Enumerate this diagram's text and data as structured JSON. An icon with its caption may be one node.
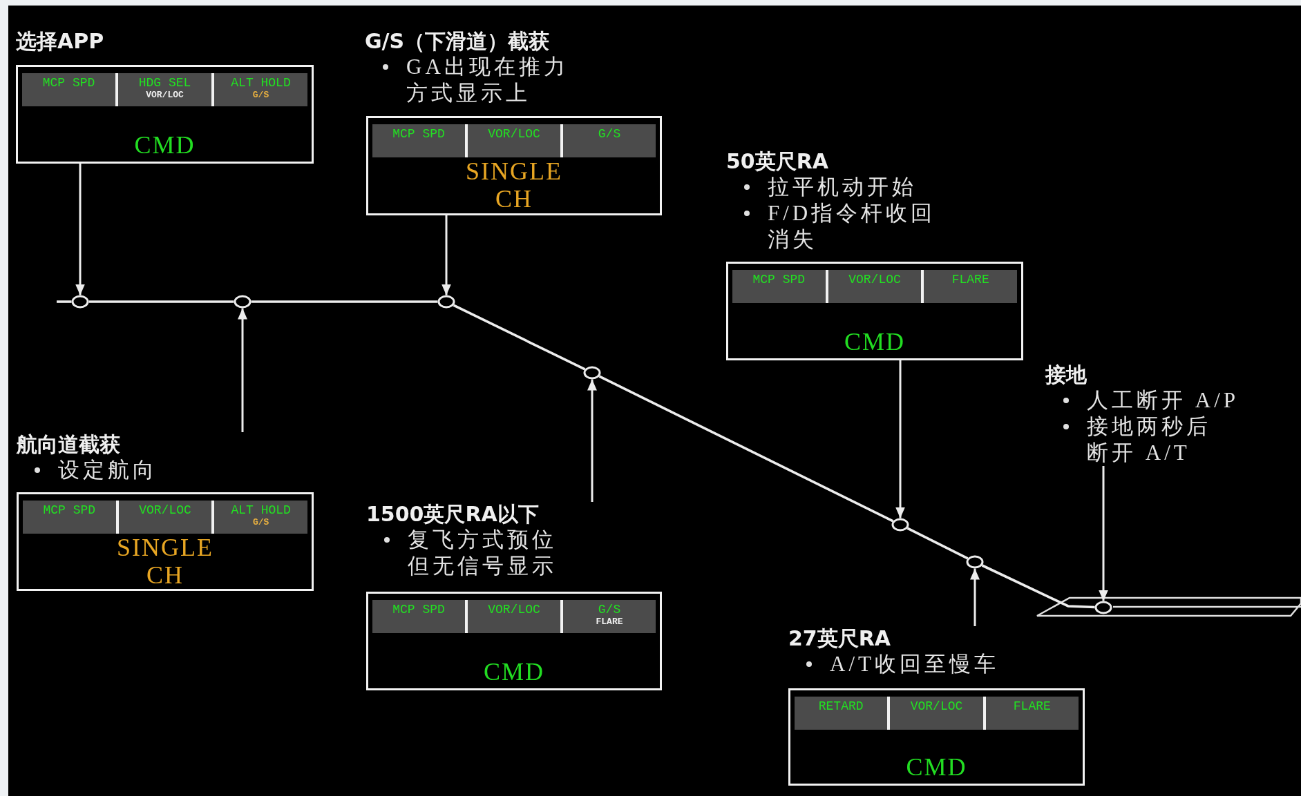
{
  "diagram": {
    "nodes": [
      {
        "text": [
          "选择APP",
          "CMD"
        ]
      },
      {
        "text": [
          "MCP SPD"
        ],
        "in": 0
      },
      {
        "text": [
          "HDG SEL",
          "VOR/LOC"
        ],
        "in": 0
      },
      {
        "text": [
          "ALT HOLD",
          "G/S"
        ],
        "in": 0
      },
      {
        "text": [
          "G/S（下滑道）截获",
          "GA出现在推力方式显示上",
          "SINGLE CH"
        ]
      },
      {
        "text": [
          "MCP SPD"
        ],
        "in": 4
      },
      {
        "text": [
          "VOR/LOC"
        ],
        "in": 4
      },
      {
        "text": [
          "G/S"
        ],
        "in": 4
      },
      {
        "text": [
          "50英尺RA",
          "拉平机动开始",
          "F/D指令杆收回消失",
          "CMD"
        ]
      },
      {
        "text": [
          "MCP SPD"
        ],
        "in": 8
      },
      {
        "text": [
          "VOR/LOC"
        ],
        "in": 8
      },
      {
        "text": [
          "FLARE"
        ],
        "in": 8
      },
      {
        "text": [
          "接地",
          "人工断开 A/P",
          "接地两秒后断开 A/T"
        ]
      },
      {
        "text": [
          "航向道截获",
          "设定航向",
          "SINGLE CH"
        ]
      },
      {
        "text": [
          "MCP SPD"
        ],
        "in": 13
      },
      {
        "text": [
          "VOR/LOC"
        ],
        "in": 13
      },
      {
        "text": [
          "ALT HOLD",
          "G/S"
        ],
        "in": 13
      },
      {
        "text": [
          "1500英尺RA以下",
          "复飞方式预位但无信号显示",
          "CMD"
        ]
      },
      {
        "text": [
          "MCP SPD"
        ],
        "in": 17
      },
      {
        "text": [
          "VOR/LOC"
        ],
        "in": 17
      },
      {
        "text": [
          "G/S",
          "FLARE"
        ],
        "in": 17
      },
      {
        "text": [
          "27英尺RA",
          "A/T收回至慢车",
          "CMD"
        ]
      },
      {
        "text": [
          "RETARD"
        ],
        "in": 21
      },
      {
        "text": [
          "VOR/LOC"
        ],
        "in": 21
      },
      {
        "text": [
          "FLARE"
        ],
        "in": 21
      },
      {
        "text": [],
        "shape": "circle"
      },
      {
        "text": [],
        "shape": "circle"
      },
      {
        "text": [],
        "shape": "circle"
      },
      {
        "text": [],
        "shape": "circle"
      },
      {
        "text": [],
        "shape": "circle"
      },
      {
        "text": [],
        "shape": "circle"
      },
      {
        "text": [],
        "shape": "circle"
      }
    ],
    "edges": [
      {
        "from": null,
        "to": 25,
        "arrow": "none"
      },
      {
        "from": 25,
        "to": 26,
        "arrow": "none"
      },
      {
        "from": 26,
        "to": 27,
        "arrow": "none"
      },
      {
        "from": 27,
        "to": 28,
        "arrow": "none"
      },
      {
        "from": 28,
        "to": 29,
        "arrow": "none"
      },
      {
        "from": 29,
        "to": 30,
        "arrow": "none"
      },
      {
        "from": 30,
        "to": 31,
        "arrow": "none"
      },
      {
        "from": 0,
        "to": 25,
        "arrow": "to"
      },
      {
        "from": 4,
        "to": 27,
        "arrow": "to"
      },
      {
        "from": 8,
        "to": 29,
        "arrow": "to"
      },
      {
        "from": 13,
        "to": 26,
        "arrow": "to"
      },
      {
        "from": 17,
        "to": 28,
        "arrow": "to"
      },
      {
        "from": 21,
        "to": 30,
        "arrow": "to"
      },
      {
        "from": 12,
        "to": 31,
        "arrow": "to"
      }
    ]
  }
}
